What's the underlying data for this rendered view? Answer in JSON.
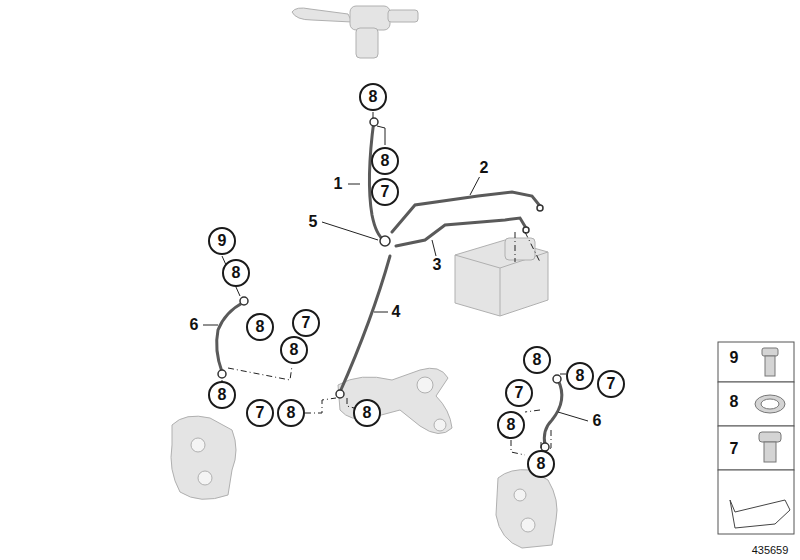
{
  "diagram": {
    "nodes": [
      {
        "text": [
          "8"
        ]
      },
      {
        "text": [
          "8"
        ]
      },
      {
        "text": [
          "7"
        ]
      },
      {
        "text": [
          "9"
        ]
      },
      {
        "text": [
          "8"
        ]
      },
      {
        "text": [
          "7"
        ]
      },
      {
        "text": [
          "8"
        ]
      },
      {
        "text": [
          "8"
        ]
      },
      {
        "text": [
          "8"
        ]
      },
      {
        "text": [
          "8"
        ]
      },
      {
        "text": [
          "7"
        ]
      },
      {
        "text": [
          "7"
        ]
      },
      {
        "text": [
          "8"
        ]
      },
      {
        "text": [
          "7"
        ]
      },
      {
        "text": [
          "8"
        ]
      },
      {
        "text": [
          "8"
        ]
      },
      {
        "text": [
          "8"
        ]
      },
      {
        "text": [
          "8"
        ]
      }
    ],
    "labels": [
      "1",
      "2",
      "3",
      "4",
      "5",
      "6",
      "6",
      "9",
      "8",
      "7",
      "435659"
    ]
  }
}
